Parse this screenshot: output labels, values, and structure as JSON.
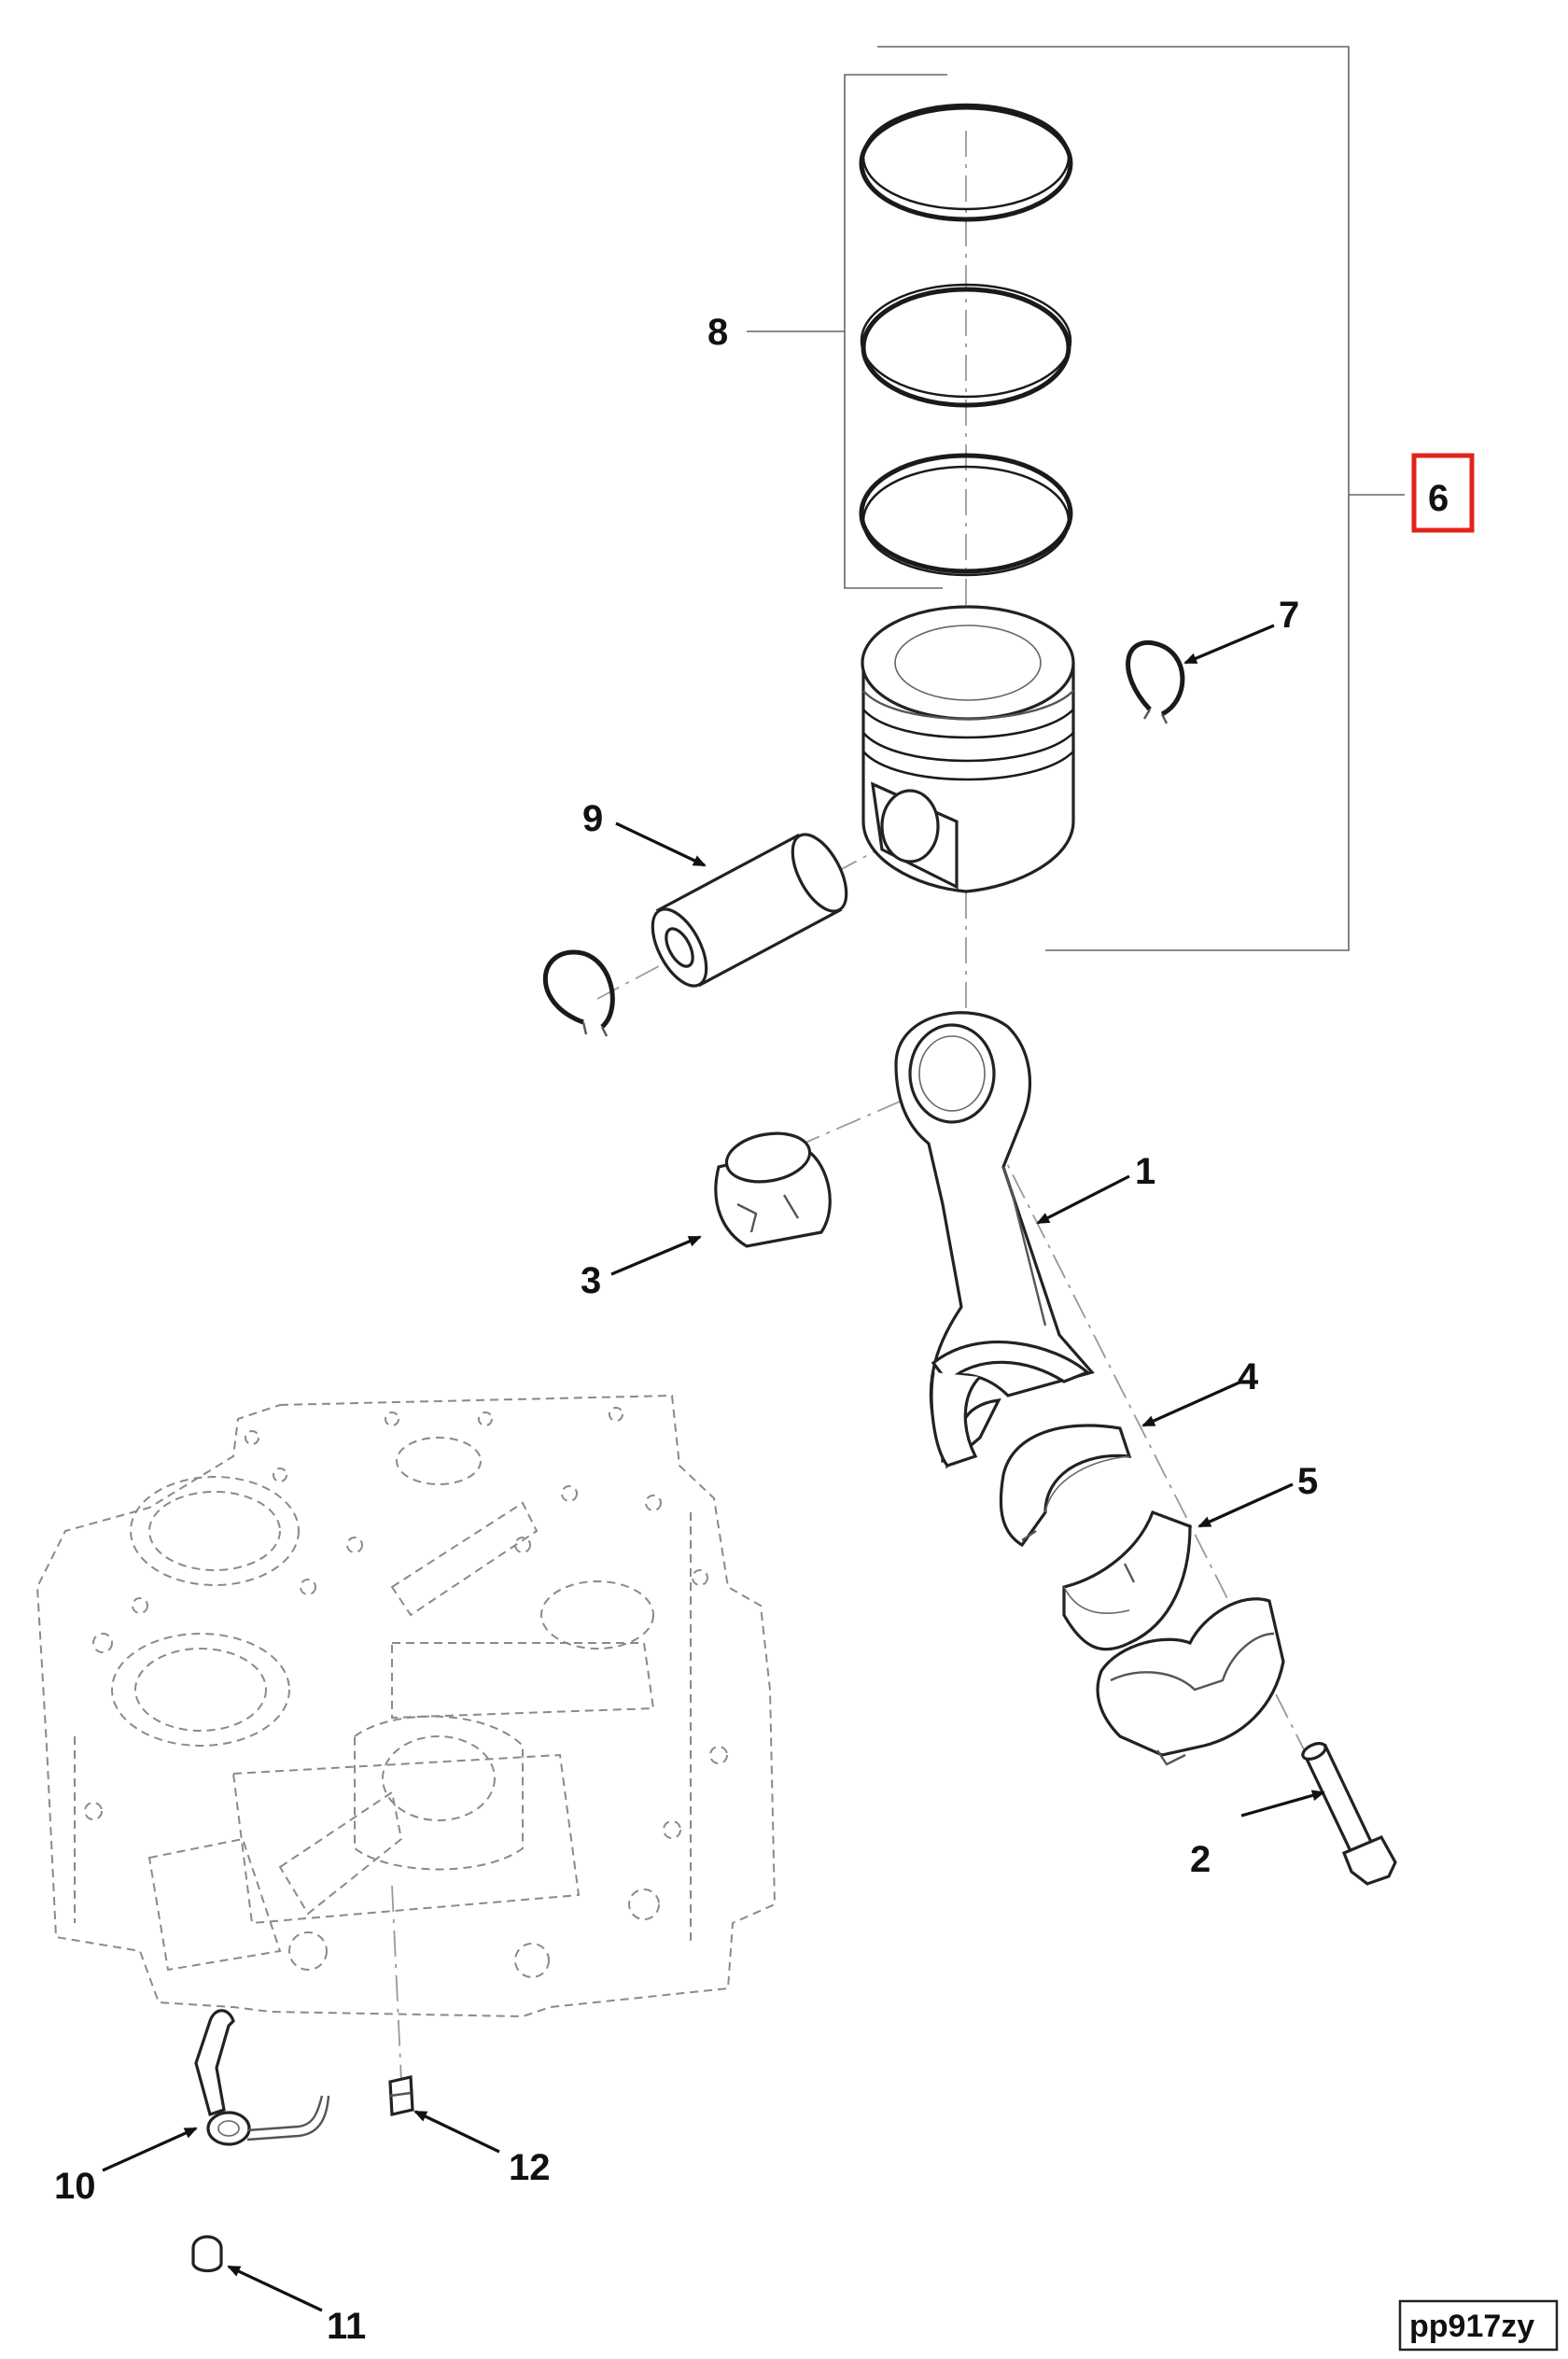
{
  "diagram": {
    "callouts": {
      "c1": "1",
      "c2": "2",
      "c3": "3",
      "c4": "4",
      "c5": "5",
      "c6": "6",
      "c7": "7",
      "c8": "8",
      "c9": "9",
      "c10": "10",
      "c11": "11",
      "c12": "12"
    },
    "highlighted_callout": "6",
    "highlight_color": "#e2231a",
    "figure_id": "pp917zy"
  }
}
